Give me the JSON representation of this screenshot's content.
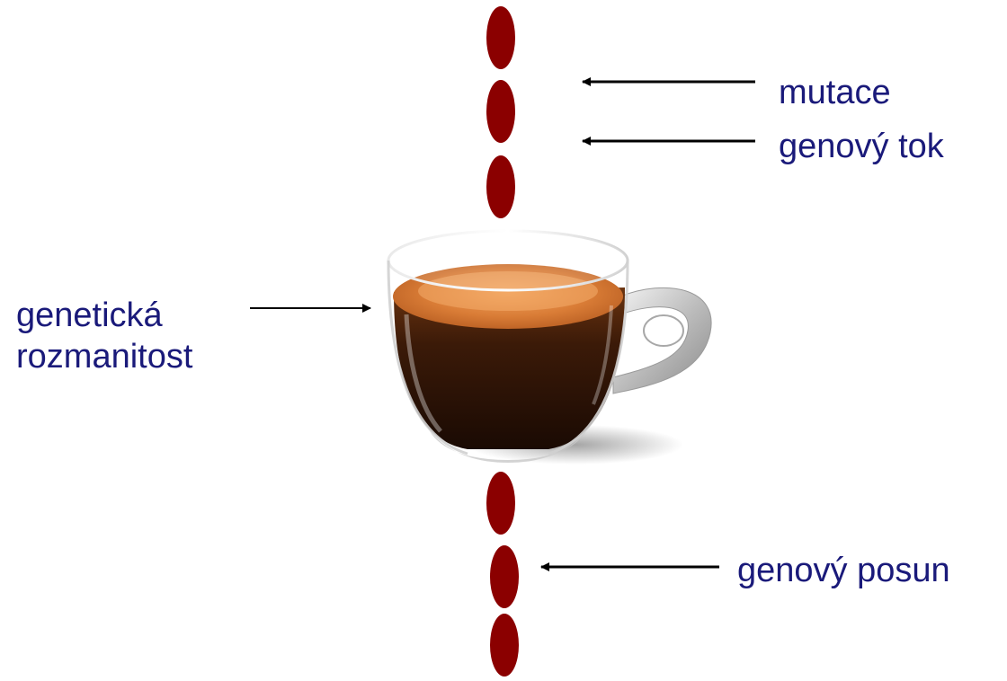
{
  "labels": {
    "mutation": "mutace",
    "gene_flow": "genový tok",
    "genetic_diversity_line1": "genetická",
    "genetic_diversity_line2": "rozmanitost",
    "genetic_drift": "genový posun"
  },
  "colors": {
    "label_text": "#1a1a7a",
    "drop": "#8b0000",
    "arrow": "#000000"
  },
  "icons": {
    "cup": "espresso-cup-icon",
    "drop": "coffee-drop-icon"
  }
}
